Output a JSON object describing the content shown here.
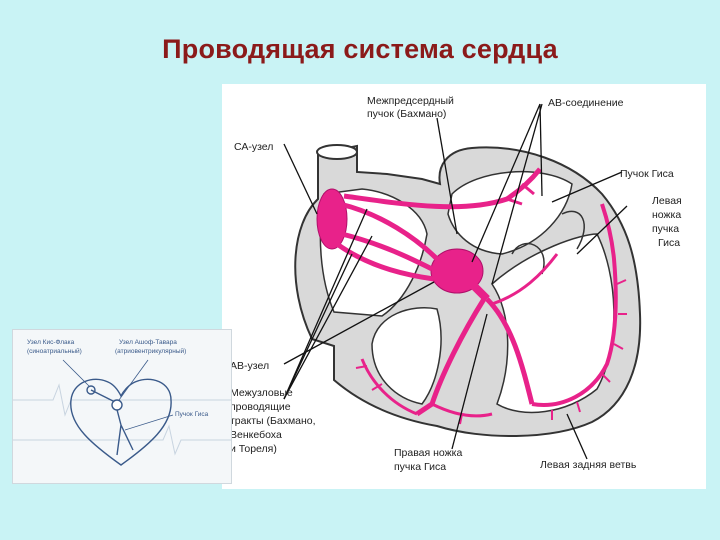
{
  "slide": {
    "title": "Проводящая система сердца"
  },
  "diagram": {
    "labels": {
      "interatrial_bundle_1": "Межпредсердный",
      "interatrial_bundle_2": "пучок (Бахмано)",
      "av_junction": "АВ-соединение",
      "sa_node": "СА-узел",
      "his_bundle": "Пучок Гиса",
      "left_bundle_1": "Левая",
      "left_bundle_2": "ножка",
      "left_bundle_3": "пучка",
      "left_bundle_4": "Гиса",
      "av_node": "АВ-узел",
      "internodal_1": "Межузловые",
      "internodal_2": "проводящие",
      "internodal_3": "тракты (Бахмано,",
      "internodal_4": "Венкебоха",
      "internodal_5": "и Тореля)",
      "right_bundle_1": "Правая ножка",
      "right_bundle_2": "пучка Гиса",
      "left_posterior": "Левая задняя ветвь"
    },
    "colors": {
      "conduction": "#e8228a",
      "wall": "#d9d9d9",
      "outline": "#333333"
    }
  },
  "thumbnail": {
    "labels": {
      "sa_node_1": "Узел Кис-Флака",
      "sa_node_2": "(синоатриальный)",
      "av_node_1": "Узел Ашоф-Тавара",
      "av_node_2": "(атриовентрикулярный)",
      "his": "Пучок Гиса"
    }
  }
}
